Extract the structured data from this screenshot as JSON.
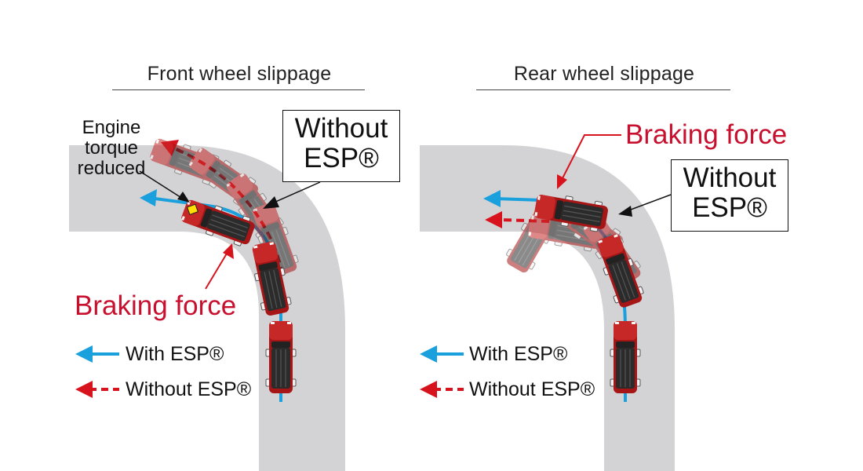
{
  "panels": {
    "front": {
      "title": "Front wheel slippage",
      "without_box": [
        "Without",
        "ESP®"
      ],
      "engine_note": [
        "Engine",
        "torque",
        "reduced"
      ],
      "braking": "Braking force",
      "legend": {
        "with": "With ESP®",
        "without": "Without ESP®"
      }
    },
    "rear": {
      "title": "Rear wheel slippage",
      "without_box": [
        "Without",
        "ESP®"
      ],
      "braking": "Braking force",
      "legend": {
        "with": "With ESP®",
        "without": "Without ESP®"
      }
    }
  },
  "colors": {
    "road": "#d3d3d5",
    "with_arrow": "#1aa0dc",
    "without_arrow": "#d7141e",
    "label_red": "#c8102e",
    "car_body": "#b71c1c",
    "car_roof": "#2a2a2a"
  },
  "icons": {
    "car": "car-top-view-icon",
    "arrow_with": "solid-arrow-icon",
    "arrow_without": "dashed-arrow-icon"
  }
}
